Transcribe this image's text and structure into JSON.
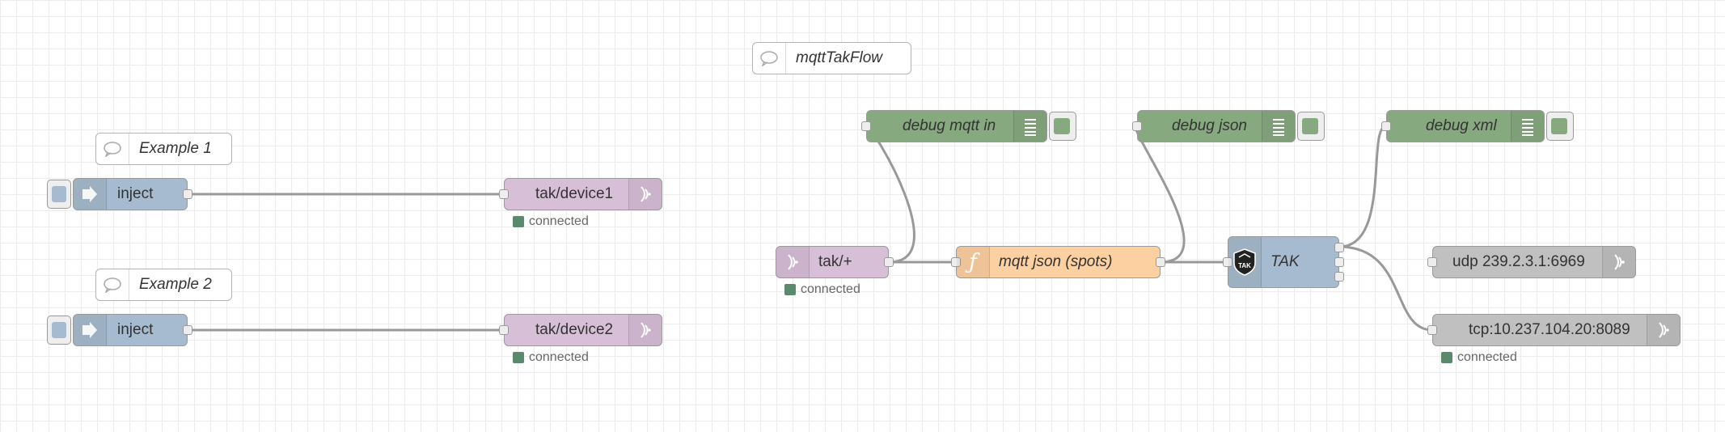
{
  "comments": {
    "flow_title": "mqttTakFlow",
    "example1": "Example 1",
    "example2": "Example 2"
  },
  "nodes": {
    "inject1": "inject",
    "inject2": "inject",
    "mqtt_out1": "tak/device1",
    "mqtt_out2": "tak/device2",
    "mqtt_in": "tak/+",
    "function": "mqtt json (spots)",
    "tak": "TAK",
    "debug_mqtt": "debug mqtt in",
    "debug_json": "debug json",
    "debug_xml": "debug xml",
    "udp_out": "udp 239.2.3.1:6969",
    "tcp_out": "tcp:10.237.104.20:8089"
  },
  "status": {
    "device1": "connected",
    "device2": "connected",
    "mqtt_in": "connected",
    "tcp": "connected"
  },
  "colors": {
    "inject": "#a6bbcf",
    "mqtt": "#d8bfd8",
    "function": "#fdd0a2",
    "debug": "#87a980",
    "tak": "#a6bbcf",
    "network": "#c0c0c0",
    "status_ok": "#5a8a6e",
    "wire": "#999999"
  },
  "icons": {
    "inject": "arrow-in-icon",
    "mqtt": "radio-waves-icon",
    "function": "function-icon",
    "debug": "list-icon",
    "tak": "tak-logo-icon",
    "comment": "speech-bubble-icon"
  }
}
